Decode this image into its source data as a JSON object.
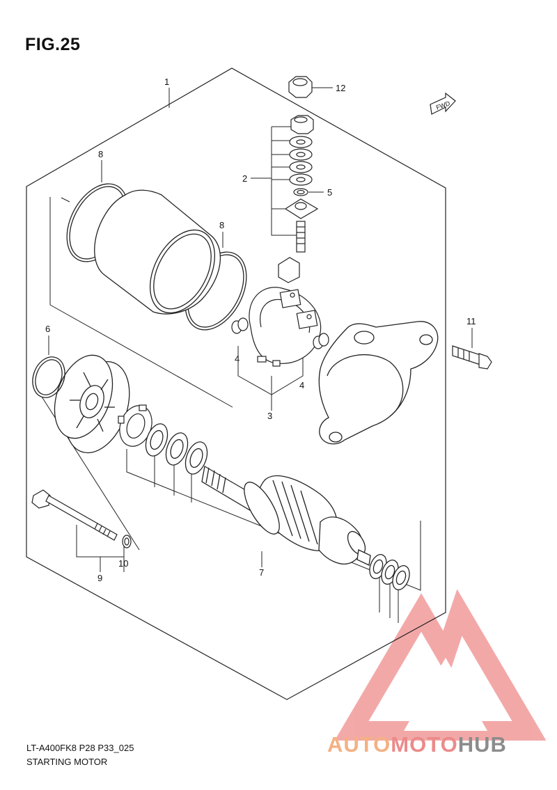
{
  "figure": {
    "title": "FIG.25",
    "model_code": "LT-A400FK8 P28 P33_025",
    "name": "STARTING MOTOR",
    "fwd_label": "FWD"
  },
  "callouts": [
    {
      "id": "1",
      "label": "1"
    },
    {
      "id": "2",
      "label": "2"
    },
    {
      "id": "3",
      "label": "3"
    },
    {
      "id": "4a",
      "label": "4"
    },
    {
      "id": "4b",
      "label": "4"
    },
    {
      "id": "5",
      "label": "5"
    },
    {
      "id": "6",
      "label": "6"
    },
    {
      "id": "7",
      "label": "7"
    },
    {
      "id": "8a",
      "label": "8"
    },
    {
      "id": "8b",
      "label": "8"
    },
    {
      "id": "9",
      "label": "9"
    },
    {
      "id": "10",
      "label": "10"
    },
    {
      "id": "11",
      "label": "11"
    },
    {
      "id": "12",
      "label": "12"
    }
  ],
  "watermark": {
    "part1": "AUTO",
    "part2": "MOTO",
    "part3": "HUB",
    "colors": {
      "triangle": "#f08080",
      "text1": "#f4b183",
      "text2": "#ec8a8a",
      "text3": "#8c8c8c"
    }
  }
}
